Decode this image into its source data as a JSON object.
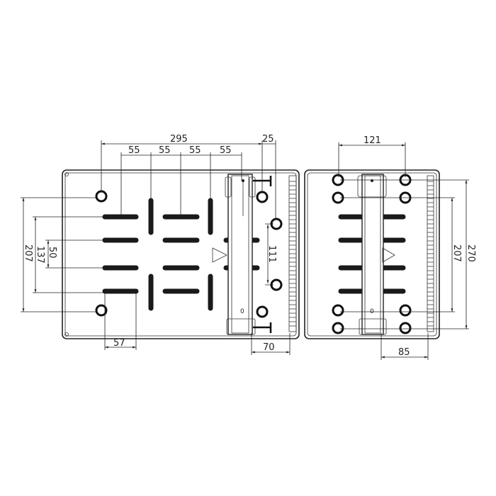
{
  "dimensions": {
    "left_view": {
      "overall_width": "295",
      "edge_offset": "25",
      "slot_pitch": [
        "55",
        "55",
        "55",
        "55"
      ],
      "height_outer": "207",
      "height_mid": "137",
      "height_inner": "50",
      "slot_length": "57",
      "rail_offset": "70",
      "screw_spacing": "111"
    },
    "right_view": {
      "width": "121",
      "height_inner": "207",
      "height_outer": "270",
      "rail_offset": "85"
    }
  },
  "rail_label": "0"
}
